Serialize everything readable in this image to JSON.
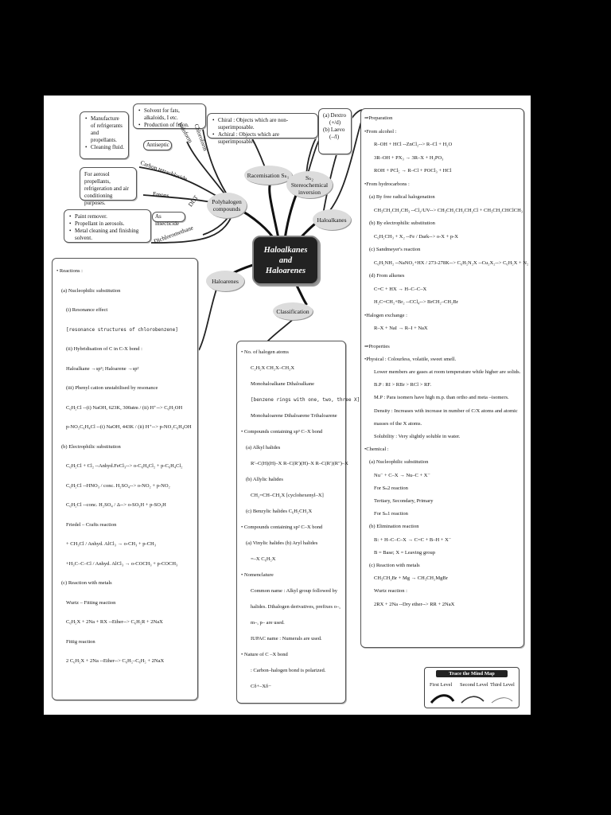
{
  "center": {
    "line1": "Haloalkanes",
    "line2": "and",
    "line3": "Haloarenes"
  },
  "nodes": {
    "polyhalogen": "Polyhalogen compounds",
    "racemisation": "Racemisation Sₙ₁",
    "sn2_inversion": "Sₙ₂ Stereochemical inversion",
    "haloalkanes": "Haloalkanes",
    "haloarenes": "Haloarenes",
    "classification": "Classification"
  },
  "branches": {
    "iodoform": "Iodoform",
    "chloroform": "Chloroform",
    "antiseptic": "Antiseptic",
    "carbon_tetrachloride": "Carbon tetrachloride",
    "freons": "Freons",
    "ddt": "DDT",
    "as_insecticide": "As insecticide",
    "dichloromethane": "Dichloromethane"
  },
  "boxes": {
    "refrigerants": [
      "Manufacture of refrigerants and propellants.",
      "Cleaning fluid."
    ],
    "solvent": [
      "Solvent for fats, alkaloids, I etc.",
      "Production of freon."
    ],
    "aerosol": "For aerosol propellants, refrigeration and air conditioning purposes.",
    "paint": [
      "Paint remover.",
      "Propellant in aerosols.",
      "Metal cleaning and finishing solvent."
    ],
    "chiral": [
      "Chiral : Objects which are non-superimposable.",
      "Achiral : Objects which are superimposable."
    ],
    "dextro": [
      "(a) Dextro",
      "(+/d)",
      "(b) Laevo",
      "(–/l)"
    ]
  },
  "preparation": [
    "⇒Preparation",
    "•From alcohol :",
    "R–OH + HCl --ZnCl₂--> R–Cl + H₂O",
    "3R–OH + PX₃ → 3R–X + H₃PO₃",
    "ROH + PCl₅ → R–Cl + POCl₃ + HCl",
    "•From hydrocarbons :",
    "(a) By free radical halogenation",
    "CH₃CH₂CH₂CH₃ --Cl₂/UV--> CH₃CH₂CH₂CH₂Cl + CH₃CH₂CHClCH₃",
    "(b) By electrophilic substitution",
    "C₆H₅CH₃ + X₂ --Fe / Dark--> o-X + p-X",
    "(c) Sandmeyer's reaction",
    "C₆H₅NH₂ --NaNO₂+HX / 273-278K--> C₆H₅N₂X --Cu₂X₂--> C₆H₅X + N₂",
    "(d) From alkenes",
    "C=C + HX → H–C–C–X",
    "H₂C=CH₂+Br₂ --CCl₄--> BrCH₂–CH₂Br",
    "•Halogen exchange :",
    "R–X + NaI → R–I + NaX"
  ],
  "properties": [
    "⇒Properties",
    "•Physical : Colourless, volatile, sweet smell.",
    "Lower members are gases at room temperature while higher are solids.",
    "B.P : RI > RBr > RCl > RF.",
    "M.P : Para isomers have high m.p. than ortho and meta –isomers.",
    "Density : Increases with increase in number of C/X atoms and atomic",
    "masses of the X atoms.",
    "Solubility : Very slightly soluble in water.",
    "•Chemical :",
    "(a) Nucleophilic substitution",
    "Nu⁻ + C–X → Nu–C + X⁻",
    "For Sₙ2 reaction",
    "Tertiary, Secondary, Primary",
    "For Sₙ1 reaction",
    "(b) Elimination reaction",
    "B: + H–C–C–X → C=C + B–H + X⁻",
    "B = Base; X = Leaving group",
    "(c) Reaction with metals",
    "CH₃CH₂Br + Mg → CH₃CH₂MgBr",
    "Wurtz reaction :",
    "2RX + 2Na --Dry ether--> RR + 2NaX"
  ],
  "reactions": [
    "• Reactions :",
    "(a) Nucleophilic substitution",
    "(i) Resonance effect",
    "[resonance structures of chlorobenzene]",
    "(ii) Hybridisation of C in C-X bond :",
    "Haloalkane →sp³; Haloarene →sp²",
    "(iii) Phenyl cation unstabilised by resonance",
    "C₆H₅Cl --(i) NaOH, 623K, 300atm / (ii) H⁺--> C₆H₅OH",
    "p-NO₂C₆H₄Cl --(i) NaOH, 443K / (ii) H⁺--> p-NO₂C₆H₄OH",
    "(b) Electrophilic substitution",
    "C₆H₅Cl + Cl₂ --Anhyd.FeCl₃--> o-C₆H₄Cl₂ + p-C₆H₄Cl₂",
    "C₆H₅Cl --HNO₃ / conc. H₂SO₄--> o-NO₂ + p-NO₂",
    "C₆H₅Cl --conc. H₂SO₄ / Δ--> o-SO₃H + p-SO₃H",
    "Friedel – Crafts reaction",
    "+ CH₃Cl / Anhyd. AlCl₃ → o-CH₃ + p-CH₃",
    "+H₃C–C–Cl / Anhyd. AlCl₃ → o-COCH₃ + p-COCH₃",
    "(c) Reaction with metals",
    "Wurtz – Fitting reaction",
    "C₆H₅X + 2Na + RX --Ether--> C₆H₅R + 2NaX",
    "Fittig reaction",
    "2 C₆H₅X + 2Na --Ether--> C₆H₅–C₆H₅ + 2NaX"
  ],
  "classification": [
    "• No. of halogen atoms",
    "C₂H₅X          CH₂X–CH₂X",
    "Monohaloalkane     Dihaloalkane",
    "[benzene rings with one, two, three X]",
    "Monohaloarene  Dihaloarene  Trihaloarene",
    "• Compounds containing sp³ C–X bond",
    "(a) Alkyl halides",
    "R′–C(H)(H)–X   R–C(R′)(H)–X   R–C(R′)(R″)–X",
    "(b) Allylic halides",
    "CH₂=CH–CH₂X      [cyclohexenyl–X]",
    "(c) Benzylic halides   C₆H₅CH₂X",
    "• Compounds containing sp² C–X bond",
    "(a) Vinylic halides      (b) Aryl halides",
    "=–X              C₆H₅X",
    "• Nomenclature",
    "Common name : Alkyl group followed by",
    "halides. Dihalogen derivatives, prefixes o–,",
    "m–, p– are used.",
    "IUPAC name : Numerals are used.",
    "• Nature of C –X bond",
    ": Carbon–halogen bond is polarized.",
    "Cδ+–Xδ−"
  ],
  "legend": {
    "title": "Trace the  Mind Map",
    "first": "First Level",
    "second": "Second Level",
    "third": "Third Level"
  }
}
